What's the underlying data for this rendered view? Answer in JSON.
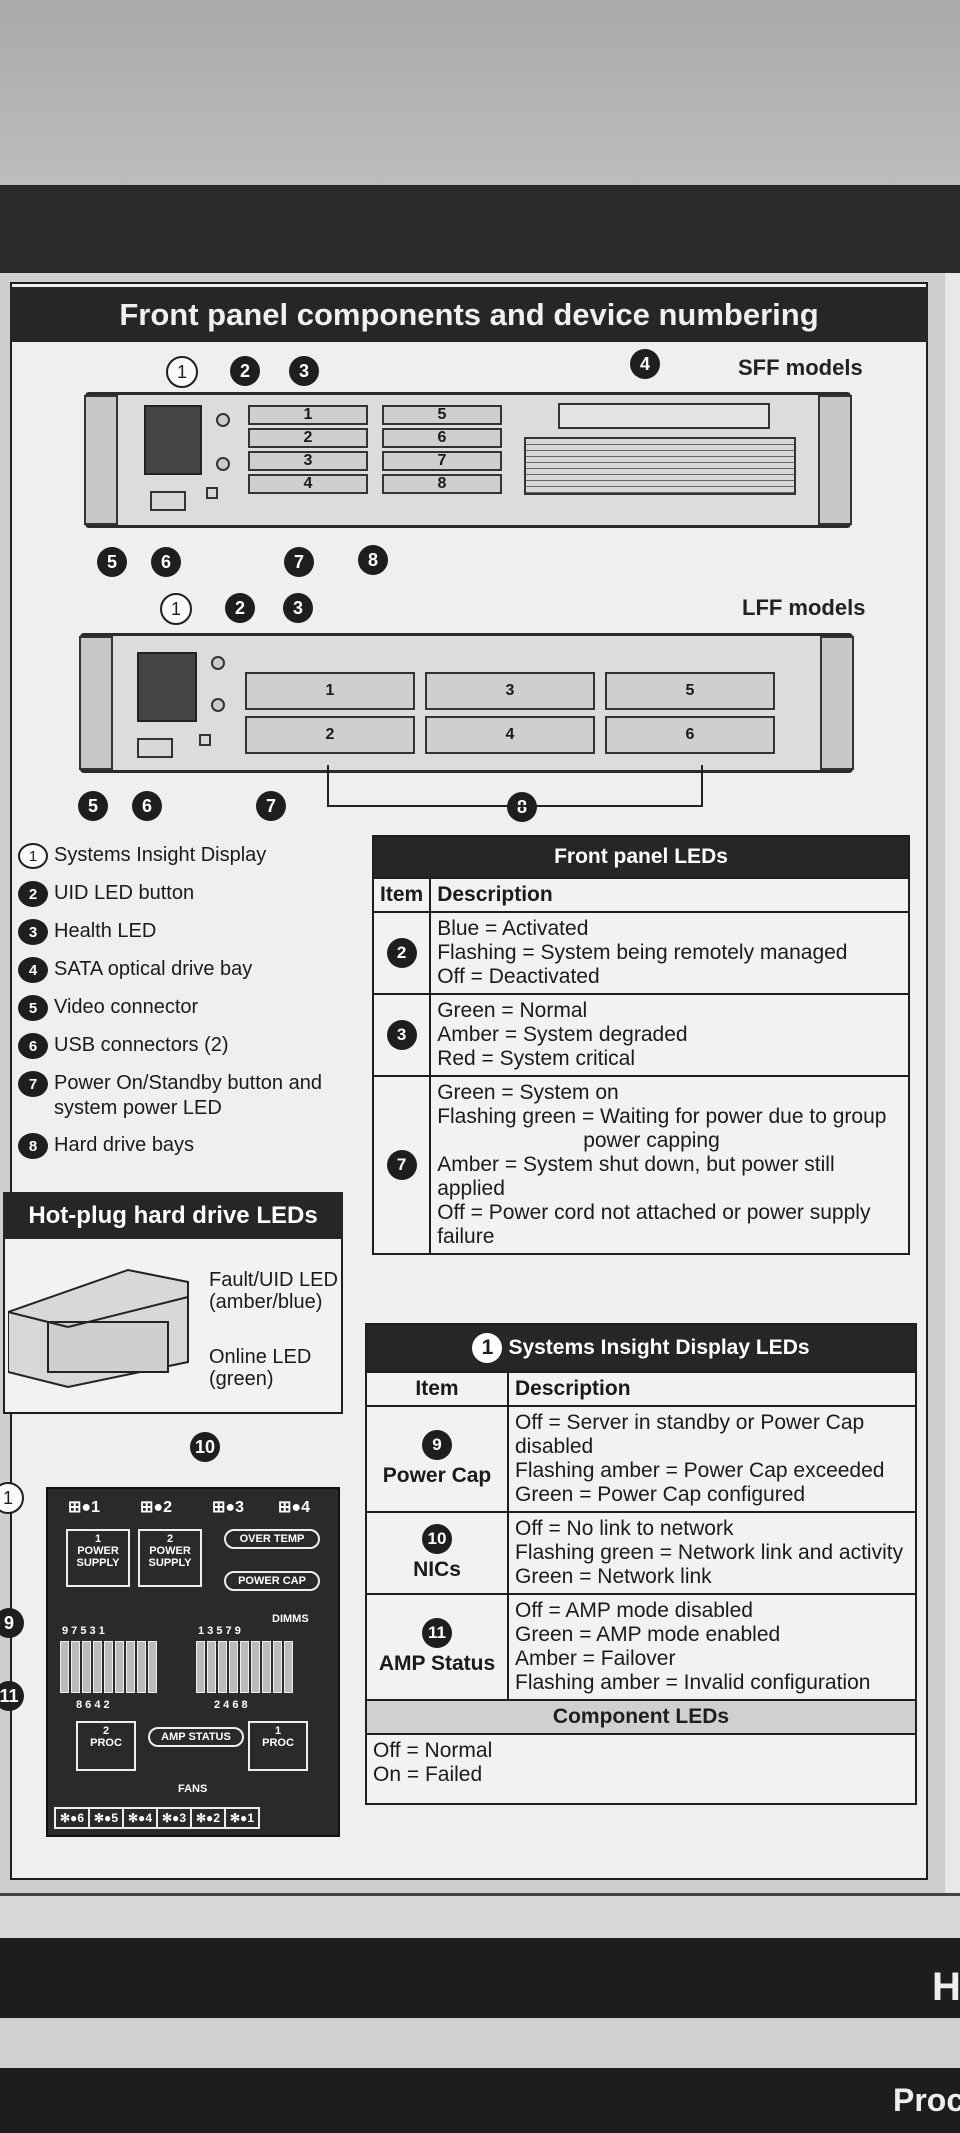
{
  "title": "Front panel components and device numbering",
  "models": {
    "sff": "SFF models",
    "lff": "LFF models"
  },
  "callouts": {
    "n1": "1",
    "n2": "2",
    "n3": "3",
    "n4": "4",
    "n5": "5",
    "n6": "6",
    "n7": "7",
    "n8": "8",
    "n9": "9",
    "n10": "10",
    "n11": "11"
  },
  "sff_bays": [
    "1",
    "2",
    "3",
    "4",
    "5",
    "6",
    "7",
    "8"
  ],
  "lff_bays": [
    "1",
    "2",
    "3",
    "4",
    "5",
    "6"
  ],
  "legend": [
    {
      "num": "1",
      "label": "Systems Insight Display"
    },
    {
      "num": "2",
      "label": "UID LED button"
    },
    {
      "num": "3",
      "label": "Health LED"
    },
    {
      "num": "4",
      "label": "SATA optical drive bay"
    },
    {
      "num": "5",
      "label": "Video connector"
    },
    {
      "num": "6",
      "label": "USB connectors (2)"
    },
    {
      "num": "7",
      "label": "Power On/Standby button and system power LED"
    },
    {
      "num": "8",
      "label": "Hard drive bays"
    }
  ],
  "front_leds": {
    "caption": "Front panel LEDs",
    "col_item": "Item",
    "col_desc": "Description",
    "rows": [
      {
        "item": "2",
        "lines": [
          "Blue = Activated",
          "Flashing = System being remotely managed",
          "Off = Deactivated"
        ]
      },
      {
        "item": "3",
        "lines": [
          "Green = Normal",
          "Amber = System degraded",
          "Red = System critical"
        ]
      },
      {
        "item": "7",
        "lines": [
          "Green = System on",
          "Flashing green = Waiting for power due to group",
          "power capping",
          "Amber = System shut down, but power still applied",
          "Off = Power cord not attached or power supply failure"
        ]
      }
    ]
  },
  "hotplug": {
    "title": "Hot-plug hard drive LEDs",
    "fault": "Fault/UID LED (amber/blue)",
    "online": "Online LED (green)"
  },
  "sid_leds": {
    "caption_num": "1",
    "caption": "Systems Insight Display LEDs",
    "col_item": "Item",
    "col_desc": "Description",
    "rows": [
      {
        "item": "9",
        "name": "Power Cap",
        "lines": [
          "Off = Server in standby or Power Cap disabled",
          "Flashing amber = Power Cap exceeded",
          "Green = Power Cap configured"
        ]
      },
      {
        "item": "10",
        "name": "NICs",
        "lines": [
          "Off = No link to network",
          "Flashing green = Network link and activity",
          "Green = Network link"
        ]
      },
      {
        "item": "11",
        "name": "AMP Status",
        "lines": [
          "Off = AMP mode disabled",
          "Green = AMP mode enabled",
          "Amber = Failover",
          "Flashing amber = Invalid configuration"
        ]
      }
    ],
    "component_caption": "Component LEDs",
    "component_lines": [
      "Off = Normal",
      "On = Failed"
    ]
  },
  "sid_panel": {
    "nics": [
      "1",
      "2",
      "3",
      "4"
    ],
    "power_supply_1": "POWER SUPPLY",
    "power_supply_2": "POWER SUPPLY",
    "ps_num_1": "1",
    "ps_num_2": "2",
    "over_temp": "OVER TEMP",
    "power_cap": "POWER CAP",
    "dimms": "DIMMS",
    "dimm_top_left": "9 7 5 3 1",
    "dimm_bottom_left": "8 6 4 2",
    "dimm_top_right": "1 3 5 7 9",
    "dimm_bottom_right": "2 4 6 8",
    "proc": "PROC",
    "proc_num_left": "2",
    "proc_num_right": "1",
    "amp_status": "AMP STATUS",
    "fans_label": "FANS",
    "fans": [
      "6",
      "5",
      "4",
      "3",
      "2",
      "1"
    ]
  },
  "footer": {
    "h": "H",
    "proc": "Proc"
  }
}
